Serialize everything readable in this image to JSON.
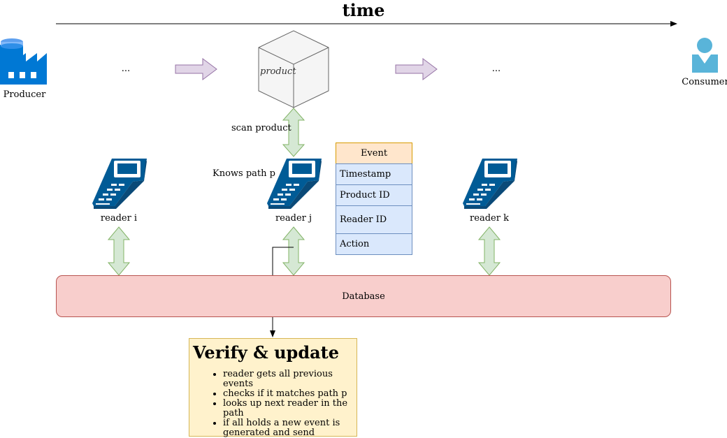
{
  "title": "time",
  "producer": {
    "label": "Producer",
    "icon": "factory-icon"
  },
  "consumer": {
    "label": "Consumer",
    "icon": "user-icon"
  },
  "ellipsis_left": "...",
  "ellipsis_right": "...",
  "product_label": "product",
  "scan_label": "scan product",
  "knows_path_label": "Knows path p",
  "readers": [
    {
      "label": "reader i",
      "icon": "handheld-scanner-icon"
    },
    {
      "label": "reader j",
      "icon": "handheld-scanner-icon"
    },
    {
      "label": "reader k",
      "icon": "handheld-scanner-icon"
    }
  ],
  "event_table": {
    "header": "Event",
    "fields": [
      "Timestamp",
      "Product ID",
      "Reader ID",
      "Action"
    ]
  },
  "database_label": "Database",
  "note": {
    "title": "Verify & update",
    "items": [
      "reader gets all previous events",
      "checks if it matches path p",
      "looks up next reader in the path",
      "if all holds a new event is generated and send"
    ]
  },
  "colors": {
    "flow_arrow_fill": "#e1d5e7",
    "flow_arrow_stroke": "#9673a6",
    "exchange_arrow_fill": "#d5e8d4",
    "exchange_arrow_stroke": "#82b366",
    "device_blue": "#005b96",
    "producer_blue": "#0078d4",
    "consumer_blue": "#59b4d9",
    "database_fill": "#f8cecc",
    "event_header_fill": "#ffe6cc",
    "event_field_fill": "#dae8fc",
    "note_fill": "#fff2cc"
  }
}
